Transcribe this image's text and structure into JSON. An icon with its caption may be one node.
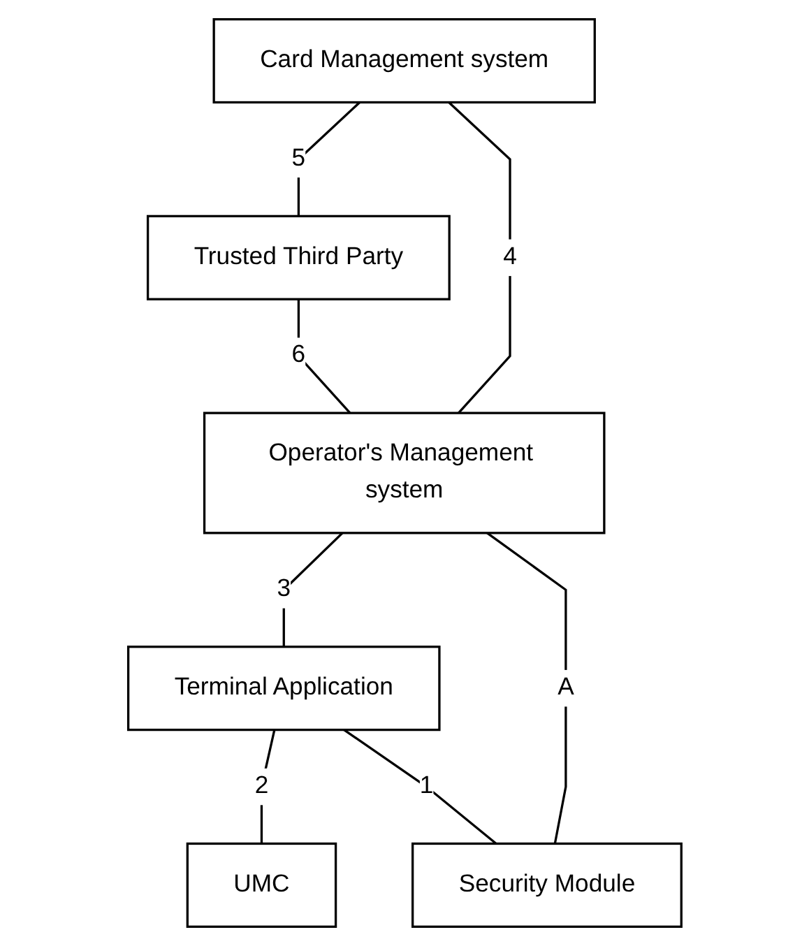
{
  "diagram": {
    "nodes": [
      {
        "text": [
          "Trusted Third Party"
        ]
      },
      {
        "text": [
          "Card Management system"
        ]
      },
      {
        "text": [
          "Operator's Management system"
        ]
      },
      {
        "text": [
          "Terminal Application"
        ]
      },
      {
        "text": [
          "UMC"
        ]
      },
      {
        "text": [
          "Security Module"
        ]
      }
    ],
    "edges": [
      {
        "from": 1,
        "to": 0,
        "arrow": "none",
        "label": "5"
      },
      {
        "from": 0,
        "to": 2,
        "arrow": "none",
        "label": "6"
      },
      {
        "from": 1,
        "to": 2,
        "arrow": "none",
        "label": "4"
      },
      {
        "from": 2,
        "to": 3,
        "arrow": "none",
        "label": "3"
      },
      {
        "from": 3,
        "to": 4,
        "arrow": "none",
        "label": "2"
      },
      {
        "from": 3,
        "to": 5,
        "arrow": "none",
        "label": "1"
      },
      {
        "from": 2,
        "to": 5,
        "arrow": "none",
        "label": "A"
      }
    ]
  }
}
